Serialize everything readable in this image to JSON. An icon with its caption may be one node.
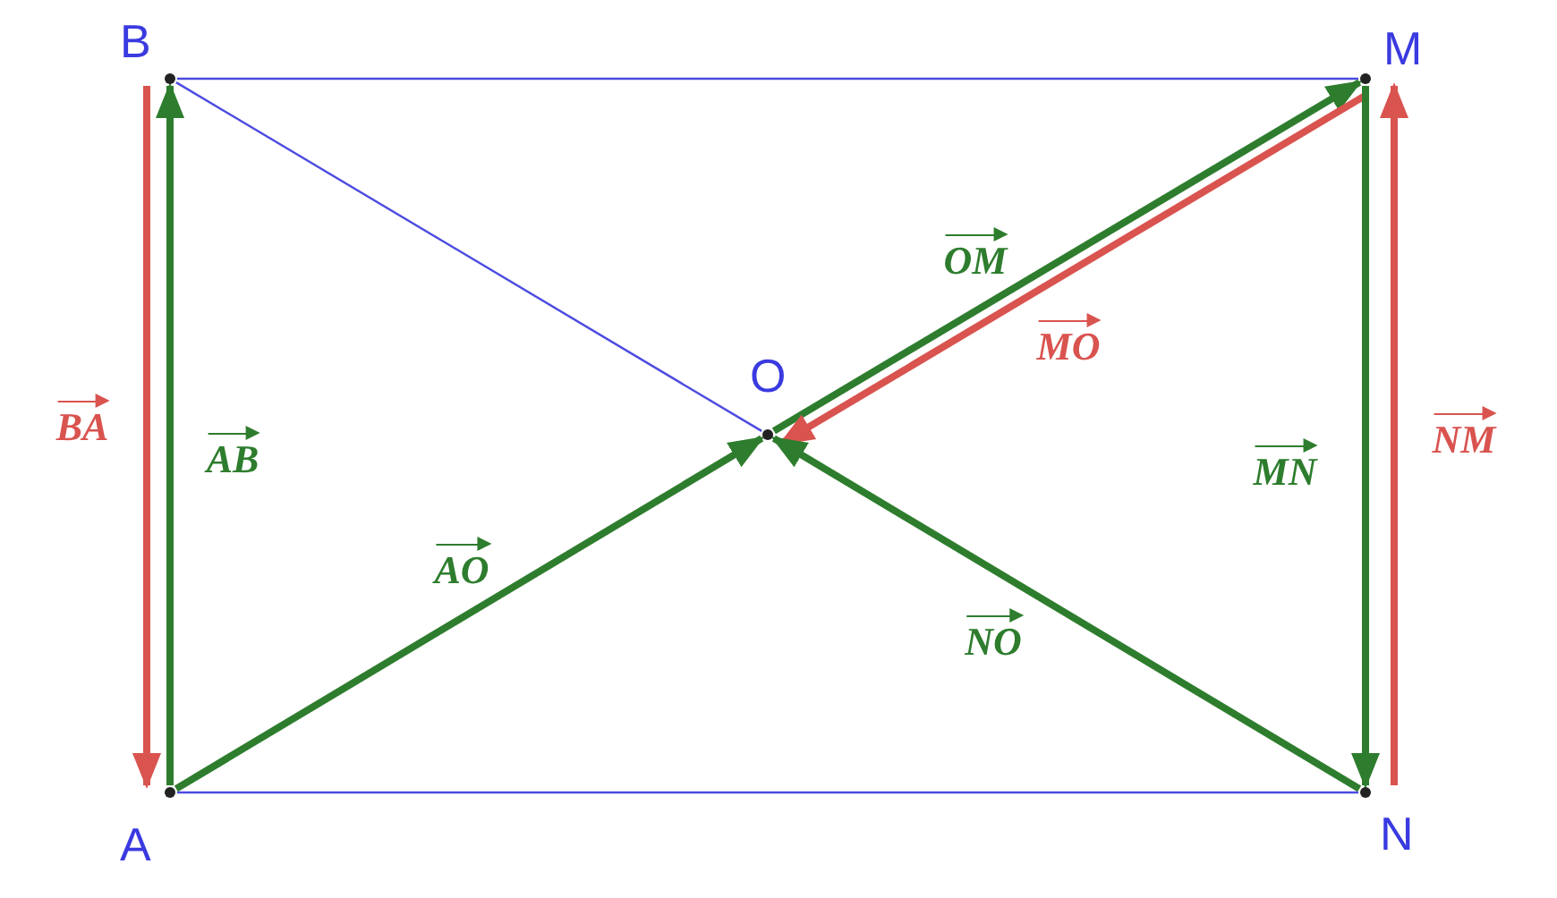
{
  "diagram": {
    "nodes": [
      {
        "text": [
          "B"
        ]
      },
      {
        "text": [
          "M"
        ]
      },
      {
        "text": [
          "O"
        ]
      },
      {
        "text": [
          "A"
        ]
      },
      {
        "text": [
          "N"
        ]
      }
    ],
    "edges": [
      {
        "from": 0,
        "to": 1,
        "arrow": "none",
        "color": "#4b4be0"
      },
      {
        "from": 3,
        "to": 4,
        "arrow": "none",
        "color": "#4b4be0"
      },
      {
        "from": 0,
        "to": 2,
        "arrow": "none",
        "color": "#4b4be0"
      },
      {
        "from": 3,
        "to": 0,
        "arrow": "to",
        "label": "AB",
        "color": "#2e7d2e"
      },
      {
        "from": 0,
        "to": 3,
        "arrow": "to",
        "label": "BA",
        "color": "#d9534f"
      },
      {
        "from": 3,
        "to": 2,
        "arrow": "to",
        "label": "AO",
        "color": "#2e7d2e"
      },
      {
        "from": 2,
        "to": 1,
        "arrow": "to",
        "label": "OM",
        "color": "#2e7d2e"
      },
      {
        "from": 1,
        "to": 2,
        "arrow": "to",
        "label": "MO",
        "color": "#d9534f"
      },
      {
        "from": 1,
        "to": 4,
        "arrow": "to",
        "label": "MN",
        "color": "#2e7d2e"
      },
      {
        "from": 4,
        "to": 1,
        "arrow": "to",
        "label": "NM",
        "color": "#d9534f"
      },
      {
        "from": 4,
        "to": 2,
        "arrow": "to",
        "label": "NO",
        "color": "#2e7d2e"
      }
    ]
  }
}
